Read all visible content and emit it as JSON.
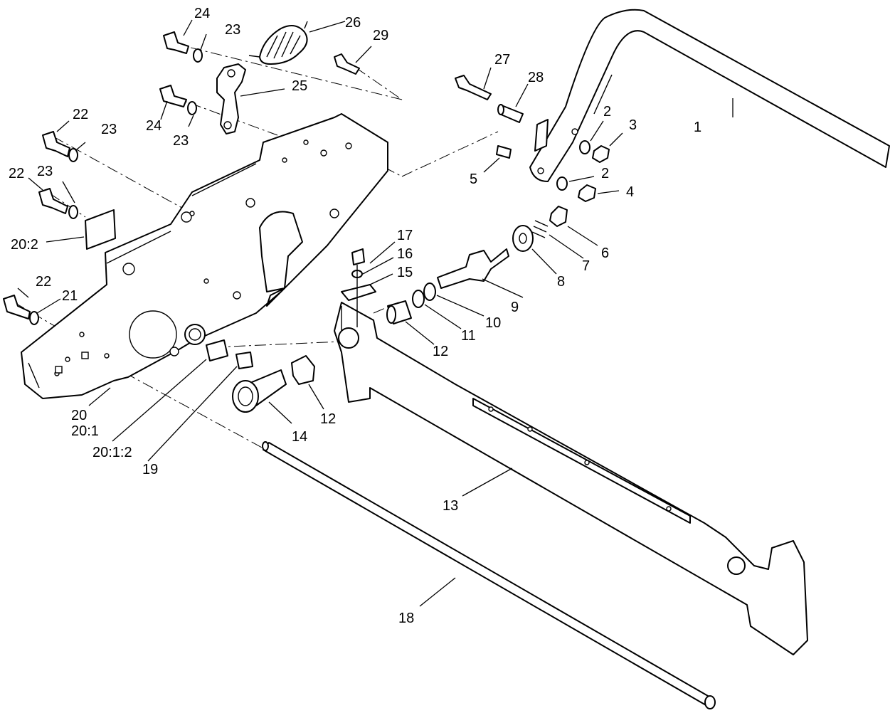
{
  "callouts": {
    "c1": "1",
    "c2a": "2",
    "c2b": "2",
    "c3": "3",
    "c4": "4",
    "c5": "5",
    "c6": "6",
    "c7": "7",
    "c8": "8",
    "c9": "9",
    "c10": "10",
    "c11": "11",
    "c12a": "12",
    "c12b": "12",
    "c13": "13",
    "c14": "14",
    "c15": "15",
    "c16": "16",
    "c17": "17",
    "c18": "18",
    "c19": "19",
    "c20": "20",
    "c20_1": "20:1",
    "c20_1_2": "20:1:2",
    "c20_2": "20:2",
    "c21": "21",
    "c22a": "22",
    "c22b": "22",
    "c22c": "22",
    "c23a": "23",
    "c23b": "23",
    "c23c": "23",
    "c23d": "23",
    "c24a": "24",
    "c24b": "24",
    "c25": "25",
    "c26": "26",
    "c27": "27",
    "c28": "28",
    "c29": "29"
  }
}
